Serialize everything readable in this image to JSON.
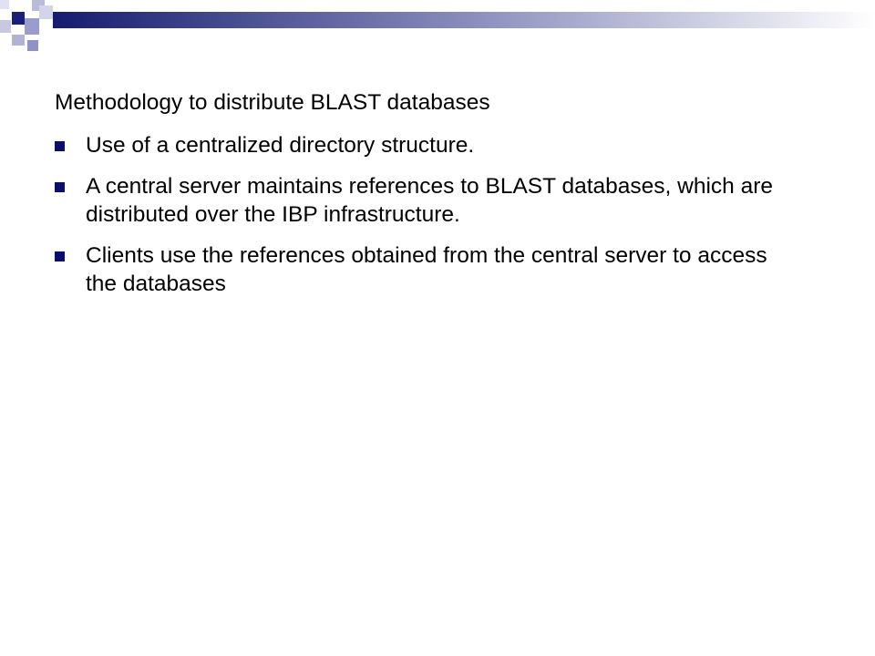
{
  "slide": {
    "heading": "Methodology to distribute BLAST databases",
    "bullets": [
      {
        "text": "Use of a centralized directory structure."
      },
      {
        "text": "A central server maintains references to BLAST databases, which are distributed over the IBP infrastructure."
      },
      {
        "text": "Clients use the references obtained from the central server to access the databases"
      }
    ]
  },
  "colors": {
    "navy": "#1a1f7a",
    "periwinkle": "#9a9ccc",
    "band_start": "#161c6e",
    "band_end": "#ffffff",
    "bullet": "#0a0f6b"
  }
}
